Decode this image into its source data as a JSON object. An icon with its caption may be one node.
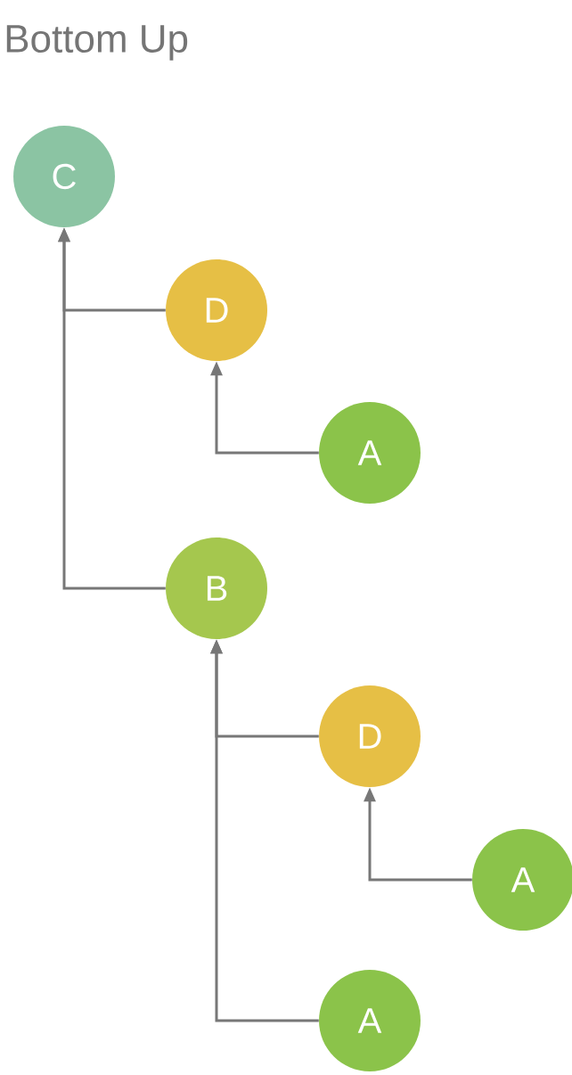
{
  "diagram": {
    "title": "Bottom Up",
    "nodes": [
      {
        "text": [
          "C"
        ]
      },
      {
        "text": [
          "D"
        ]
      },
      {
        "text": [
          "A"
        ]
      },
      {
        "text": [
          "B"
        ]
      },
      {
        "text": [
          "D"
        ]
      },
      {
        "text": [
          "A"
        ]
      },
      {
        "text": [
          "A"
        ]
      }
    ],
    "edges": [
      {
        "from": 1,
        "to": 0,
        "arrow": "to"
      },
      {
        "from": 3,
        "to": 0,
        "arrow": "to"
      },
      {
        "from": 2,
        "to": 1,
        "arrow": "to"
      },
      {
        "from": 4,
        "to": 3,
        "arrow": "to"
      },
      {
        "from": 6,
        "to": 3,
        "arrow": "to"
      },
      {
        "from": 5,
        "to": 4,
        "arrow": "to"
      }
    ]
  }
}
